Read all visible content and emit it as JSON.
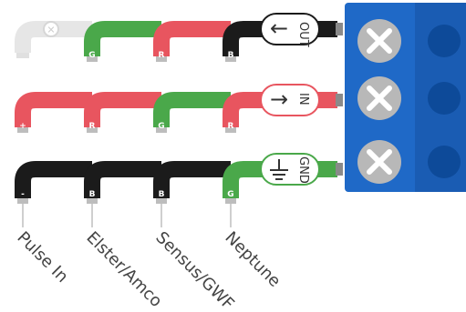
{
  "columns": [
    "Pulse In",
    "Elster/Amco",
    "Sensus/GWF",
    "Neptune"
  ],
  "rows": [
    {
      "signal": "OUT",
      "symbol": "←",
      "pins": [
        "",
        "G",
        "R",
        "B"
      ]
    },
    {
      "signal": "IN",
      "symbol": "→",
      "pins": [
        "+",
        "R",
        "G",
        "R"
      ]
    },
    {
      "signal": "GND",
      "symbol": "⏚",
      "pins": [
        "-",
        "B",
        "B",
        "G"
      ]
    }
  ],
  "colors": {
    "black": "#1b1b1b",
    "red": "#e8555f",
    "green": "#4aa84a",
    "disabled": "#e6e6e6",
    "terminal_block": "#1f69c7",
    "screw": "#b8b8b8"
  }
}
